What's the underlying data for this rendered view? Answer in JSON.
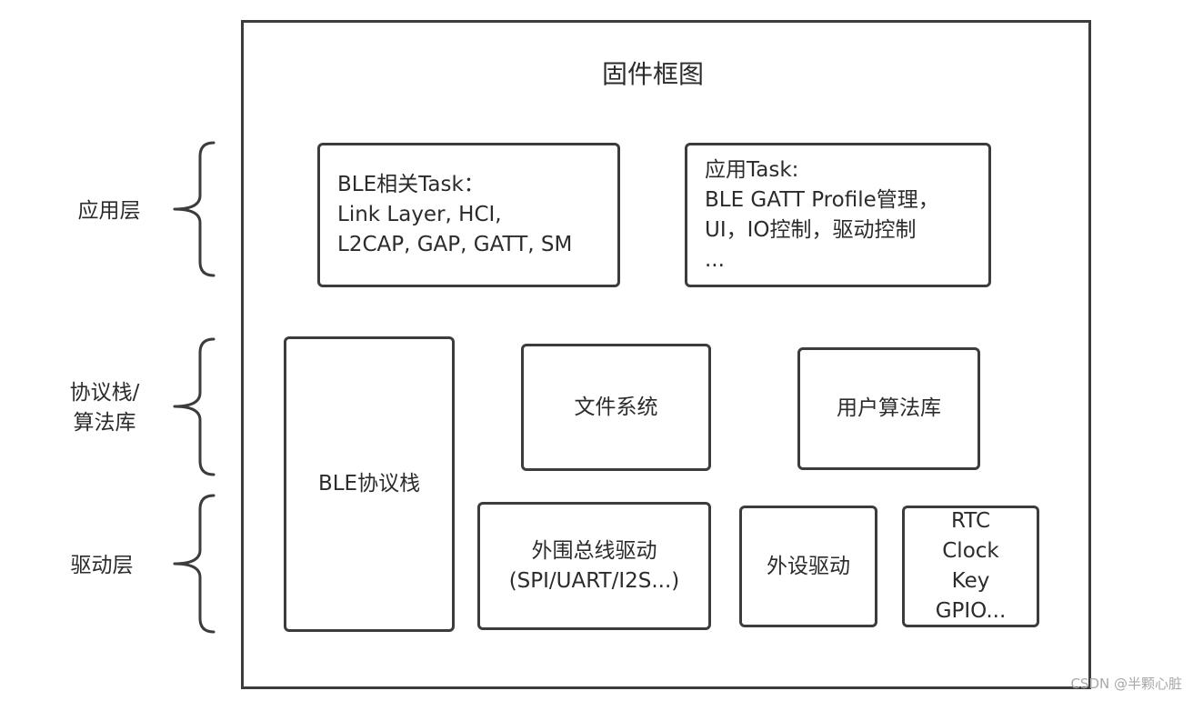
{
  "title": "固件框图",
  "layers": {
    "application": {
      "lines": [
        "应用层"
      ]
    },
    "stack_algorithm": {
      "lines": [
        "协议栈/",
        "算法库"
      ]
    },
    "driver": {
      "lines": [
        "驱动层"
      ]
    }
  },
  "blocks": {
    "ble_task": {
      "lines": [
        "BLE相关Task：",
        "Link Layer, HCI,",
        "L2CAP, GAP, GATT, SM"
      ]
    },
    "app_task": {
      "lines": [
        "应用Task:",
        "BLE GATT Profile管理，",
        "UI，IO控制，驱动控制",
        "..."
      ]
    },
    "ble_stack": {
      "lines": [
        "BLE协议栈"
      ]
    },
    "file_system": {
      "lines": [
        "文件系统"
      ]
    },
    "user_algorithm": {
      "lines": [
        "用户算法库"
      ]
    },
    "bus_driver": {
      "lines": [
        "外围总线驱动",
        "(SPI/UART/I2S...)"
      ]
    },
    "peripheral_driver": {
      "lines": [
        "外设驱动"
      ]
    },
    "rtc_misc": {
      "lines": [
        "RTC",
        "Clock",
        "Key",
        "GPIO..."
      ]
    }
  },
  "watermark": "CSDN @半颗心脏",
  "colors": {
    "line": "#3c3c3c",
    "text": "#2b2b2b",
    "background": "#ffffff",
    "watermark": "#a8a8a8"
  }
}
